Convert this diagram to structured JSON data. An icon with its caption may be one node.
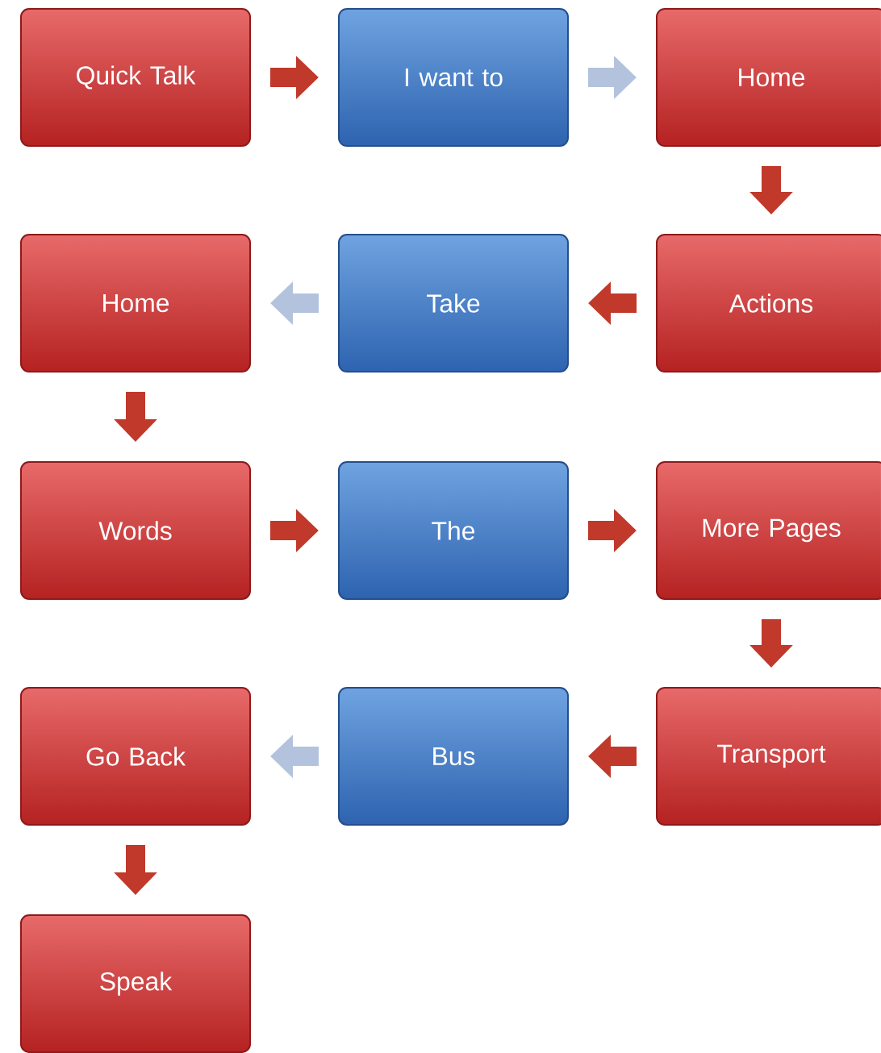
{
  "diagram": {
    "nodes": [
      {
        "text": [
          "Quick Talk"
        ]
      },
      {
        "text": [
          "I want to"
        ]
      },
      {
        "text": [
          "Home"
        ]
      },
      {
        "text": [
          "Home"
        ]
      },
      {
        "text": [
          "Take"
        ]
      },
      {
        "text": [
          "Actions"
        ]
      },
      {
        "text": [
          "Words"
        ]
      },
      {
        "text": [
          "The"
        ]
      },
      {
        "text": [
          "More Pages"
        ]
      },
      {
        "text": [
          "Go Back"
        ]
      },
      {
        "text": [
          "Bus"
        ]
      },
      {
        "text": [
          "Transport"
        ]
      },
      {
        "text": [
          "Speak"
        ]
      }
    ],
    "edges": [
      {
        "from": 0,
        "to": 1,
        "arrow": "to"
      },
      {
        "from": 1,
        "to": 2,
        "arrow": "to",
        "color": "#b4c3dd"
      },
      {
        "from": 2,
        "to": 5,
        "arrow": "to"
      },
      {
        "from": 5,
        "to": 4,
        "arrow": "to"
      },
      {
        "from": 4,
        "to": 3,
        "arrow": "to",
        "color": "#b4c3dd"
      },
      {
        "from": 3,
        "to": 6,
        "arrow": "to"
      },
      {
        "from": 6,
        "to": 7,
        "arrow": "to"
      },
      {
        "from": 7,
        "to": 8,
        "arrow": "to"
      },
      {
        "from": 8,
        "to": 11,
        "arrow": "to"
      },
      {
        "from": 11,
        "to": 10,
        "arrow": "to"
      },
      {
        "from": 10,
        "to": 9,
        "arrow": "to",
        "color": "#b4c3dd"
      },
      {
        "from": 9,
        "to": 12,
        "arrow": "to"
      }
    ]
  }
}
